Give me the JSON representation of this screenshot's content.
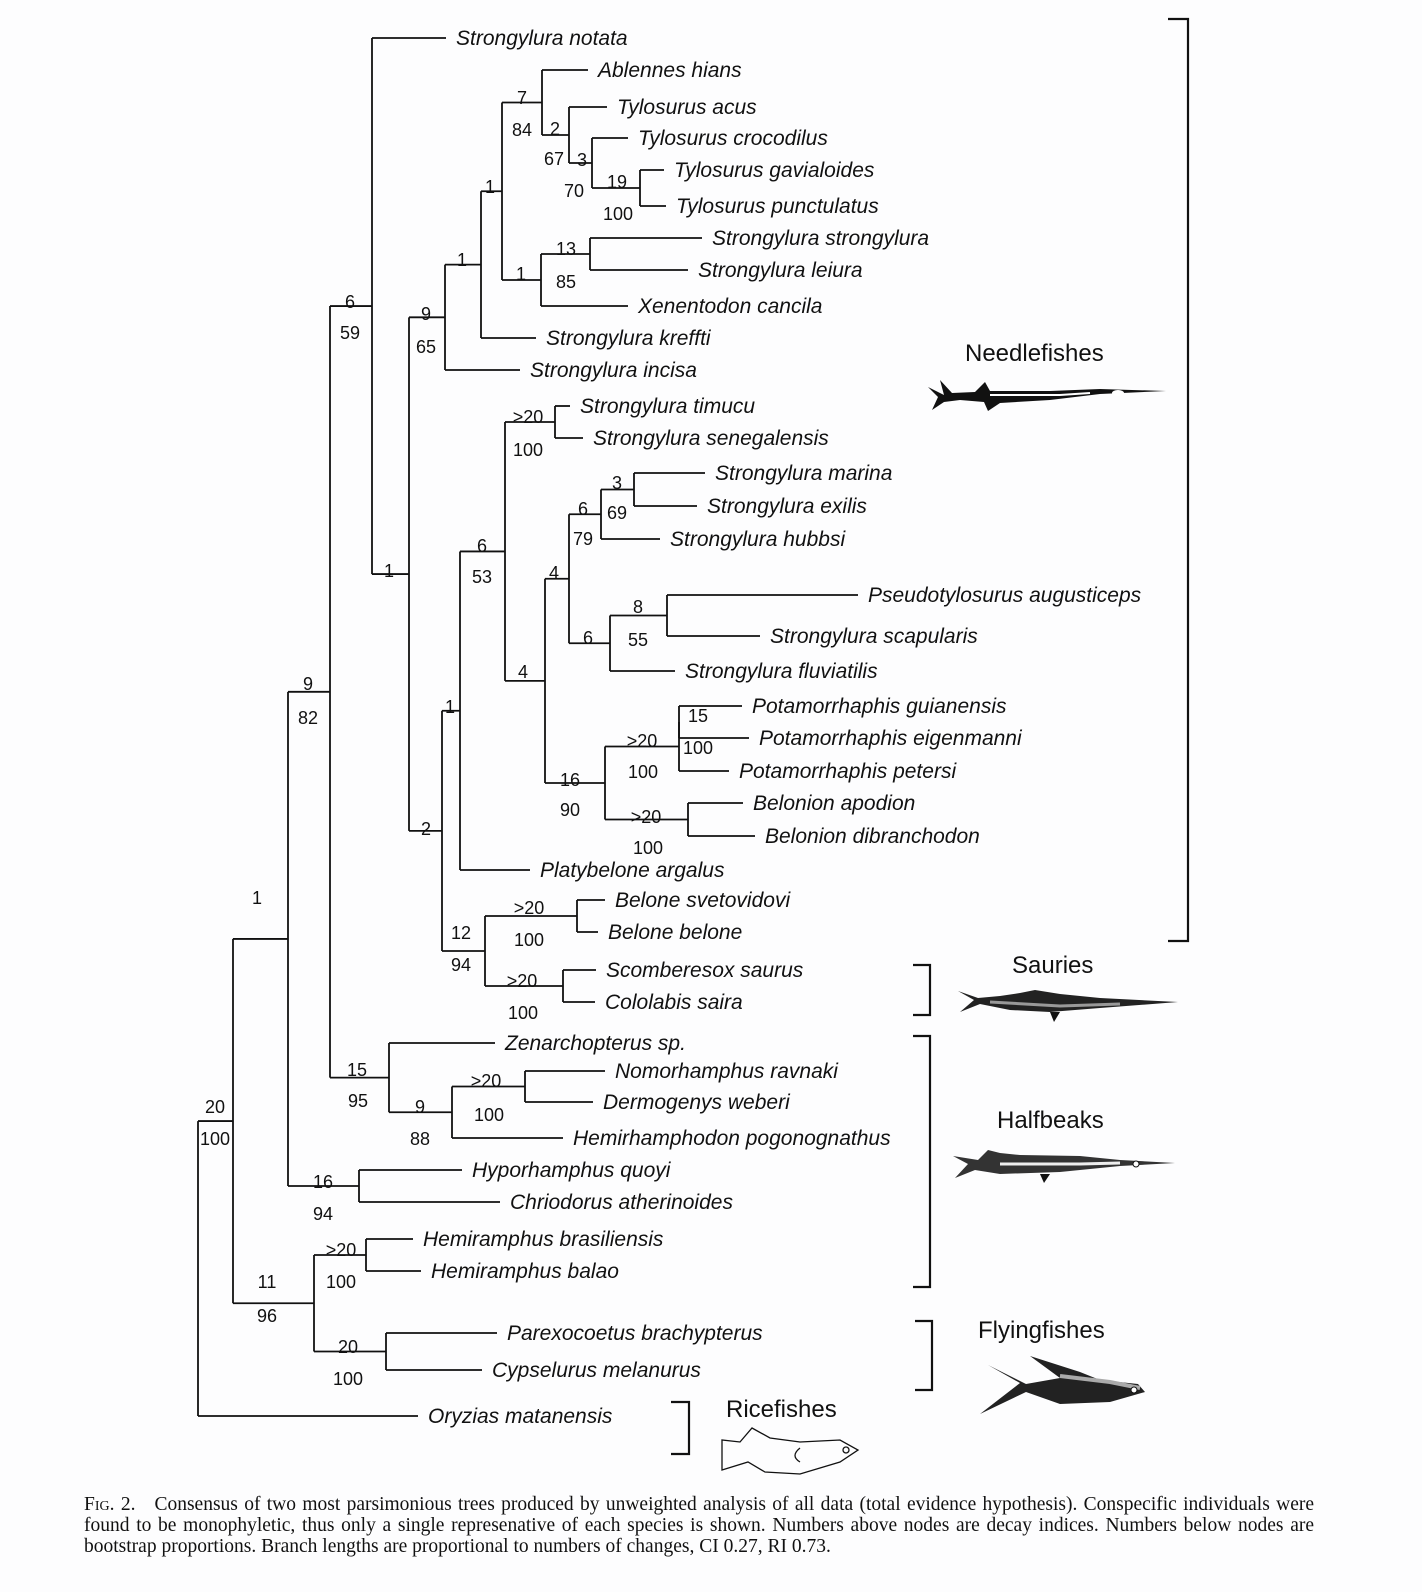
{
  "figure": {
    "caption_label": "Fig. 2.",
    "caption_text": "Consensus of two most parsimonious trees produced by unweighted analysis of all data (total evidence hypothesis). Conspecific individuals were found to be monophyletic, thus only a single represenative of each species is shown. Numbers above nodes are decay indices. Numbers below nodes are bootstrap proportions. Branch lengths are proportional to numbers of changes, CI 0.27, RI 0.73."
  },
  "taxa": [
    "Strongylura notata",
    "Ablennes hians",
    "Tylosurus acus",
    "Tylosurus crocodilus",
    "Tylosurus gavialoides",
    "Tylosurus punctulatus",
    "Strongylura strongylura",
    "Strongylura leiura",
    "Xenentodon cancila",
    "Strongylura kreffti",
    "Strongylura incisa",
    "Strongylura timucu",
    "Strongylura senegalensis",
    "Strongylura marina",
    "Strongylura exilis",
    "Strongylura hubbsi",
    "Pseudotylosurus augusticeps",
    "Strongylura scapularis",
    "Strongylura fluviatilis",
    "Potamorrhaphis guianensis",
    "Potamorrhaphis eigenmanni",
    "Potamorrhaphis petersi",
    "Belonion apodion",
    "Belonion dibranchodon",
    "Platybelone argalus",
    "Belone svetovidovi",
    "Belone belone",
    "Scomberesox saurus",
    "Cololabis saira",
    "Zenarchopterus sp.",
    "Nomorhamphus ravnaki",
    "Dermogenys weberi",
    "Hemirhamphodon pogonognathus",
    "Hyporhamphus quoyi",
    "Chriodorus atherinoides",
    "Hemiramphus brasiliensis",
    "Hemiramphus balao",
    "Parexocoetus brachypterus",
    "Cypselurus melanurus",
    "Oryzias matanensis"
  ],
  "node_labels": [
    {
      "decay": "7",
      "bootstrap": "84"
    },
    {
      "decay": "2",
      "bootstrap": "67"
    },
    {
      "decay": "3",
      "bootstrap": "70"
    },
    {
      "decay": "19",
      "bootstrap": "100"
    },
    {
      "decay": "1",
      "bootstrap": ""
    },
    {
      "decay": "13",
      "bootstrap": "85"
    },
    {
      "decay": "1",
      "bootstrap": ""
    },
    {
      "decay": "1",
      "bootstrap": ""
    },
    {
      "decay": "9",
      "bootstrap": "65"
    },
    {
      "decay": "6",
      "bootstrap": "59"
    },
    {
      "decay": ">20",
      "bootstrap": "100"
    },
    {
      "decay": "3",
      "bootstrap": "69"
    },
    {
      "decay": "6",
      "bootstrap": "79"
    },
    {
      "decay": "8",
      "bootstrap": "55"
    },
    {
      "decay": "6",
      "bootstrap": ""
    },
    {
      "decay": "4",
      "bootstrap": ""
    },
    {
      "decay": "15",
      "bootstrap": "100"
    },
    {
      "decay": ">20",
      "bootstrap": "100"
    },
    {
      "decay": ">20",
      "bootstrap": "100"
    },
    {
      "decay": "16",
      "bootstrap": "90"
    },
    {
      "decay": "4",
      "bootstrap": ""
    },
    {
      "decay": "6",
      "bootstrap": "53"
    },
    {
      "decay": "1",
      "bootstrap": ""
    },
    {
      "decay": ">20",
      "bootstrap": "100"
    },
    {
      "decay": ">20",
      "bootstrap": "100"
    },
    {
      "decay": "12",
      "bootstrap": "94"
    },
    {
      "decay": "2",
      "bootstrap": ""
    },
    {
      "decay": "1",
      "bootstrap": ""
    },
    {
      "decay": ">20",
      "bootstrap": "100"
    },
    {
      "decay": "9",
      "bootstrap": "88"
    },
    {
      "decay": "15",
      "bootstrap": "95"
    },
    {
      "decay": "16",
      "bootstrap": "94"
    },
    {
      "decay": "9",
      "bootstrap": "82"
    },
    {
      "decay": ">20",
      "bootstrap": "100"
    },
    {
      "decay": "20",
      "bootstrap": "100"
    },
    {
      "decay": "11",
      "bootstrap": "96"
    },
    {
      "decay": "1",
      "bootstrap": ""
    },
    {
      "decay": "20",
      "bootstrap": "100"
    }
  ],
  "groups": [
    {
      "name": "Needlefishes",
      "icon": "needlefish-icon"
    },
    {
      "name": "Sauries",
      "icon": "saury-icon"
    },
    {
      "name": "Halfbeaks",
      "icon": "halfbeak-icon"
    },
    {
      "name": "Flyingfishes",
      "icon": "flyingfish-icon"
    },
    {
      "name": "Ricefishes",
      "icon": "ricefish-icon"
    }
  ]
}
